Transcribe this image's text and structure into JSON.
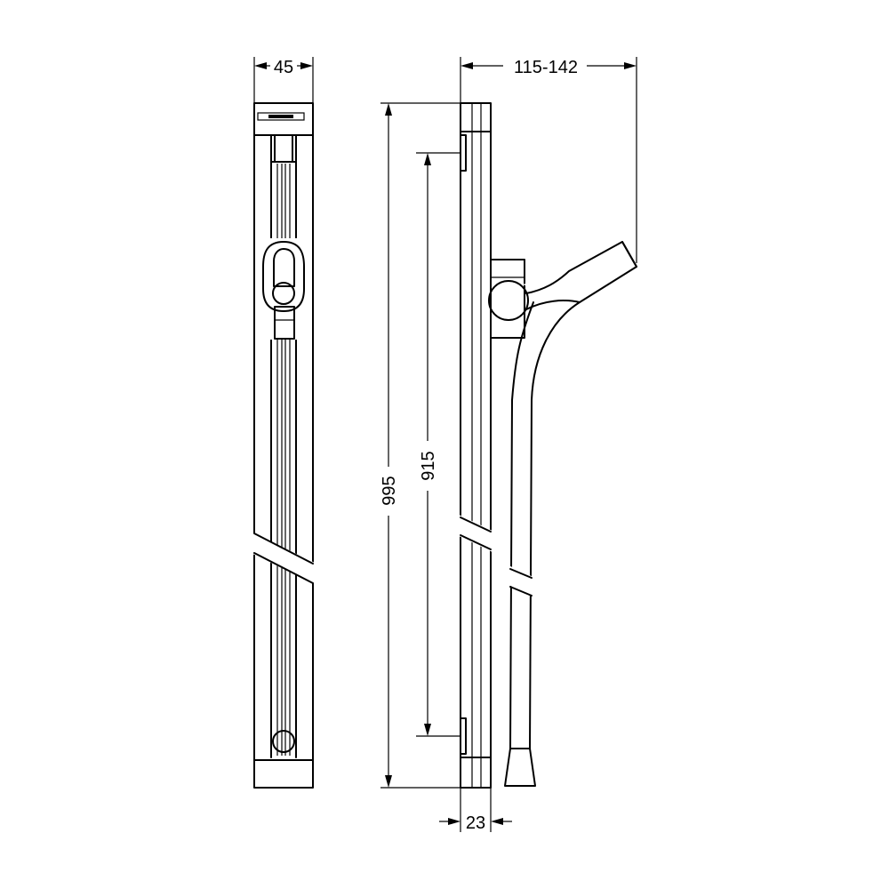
{
  "diagram": {
    "dimensions": {
      "bar_width": "45",
      "projection": "115-142",
      "total_height": "995",
      "fixing_distance": "915",
      "bar_depth": "23"
    }
  }
}
